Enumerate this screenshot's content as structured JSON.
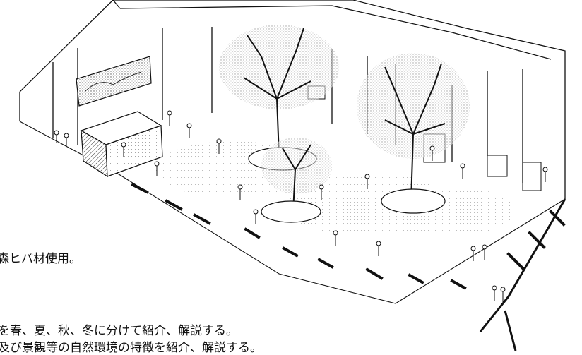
{
  "captions": {
    "line1": "森ヒバ材使用。",
    "line2": "を春、夏、秋、冬に分けて紹介、解説する。",
    "line3": "及び景観等の自然環境の特徴を紹介、解説する。"
  },
  "colors": {
    "ink": "#111111",
    "paper": "#ffffff",
    "shade": "#9a9a9a"
  }
}
